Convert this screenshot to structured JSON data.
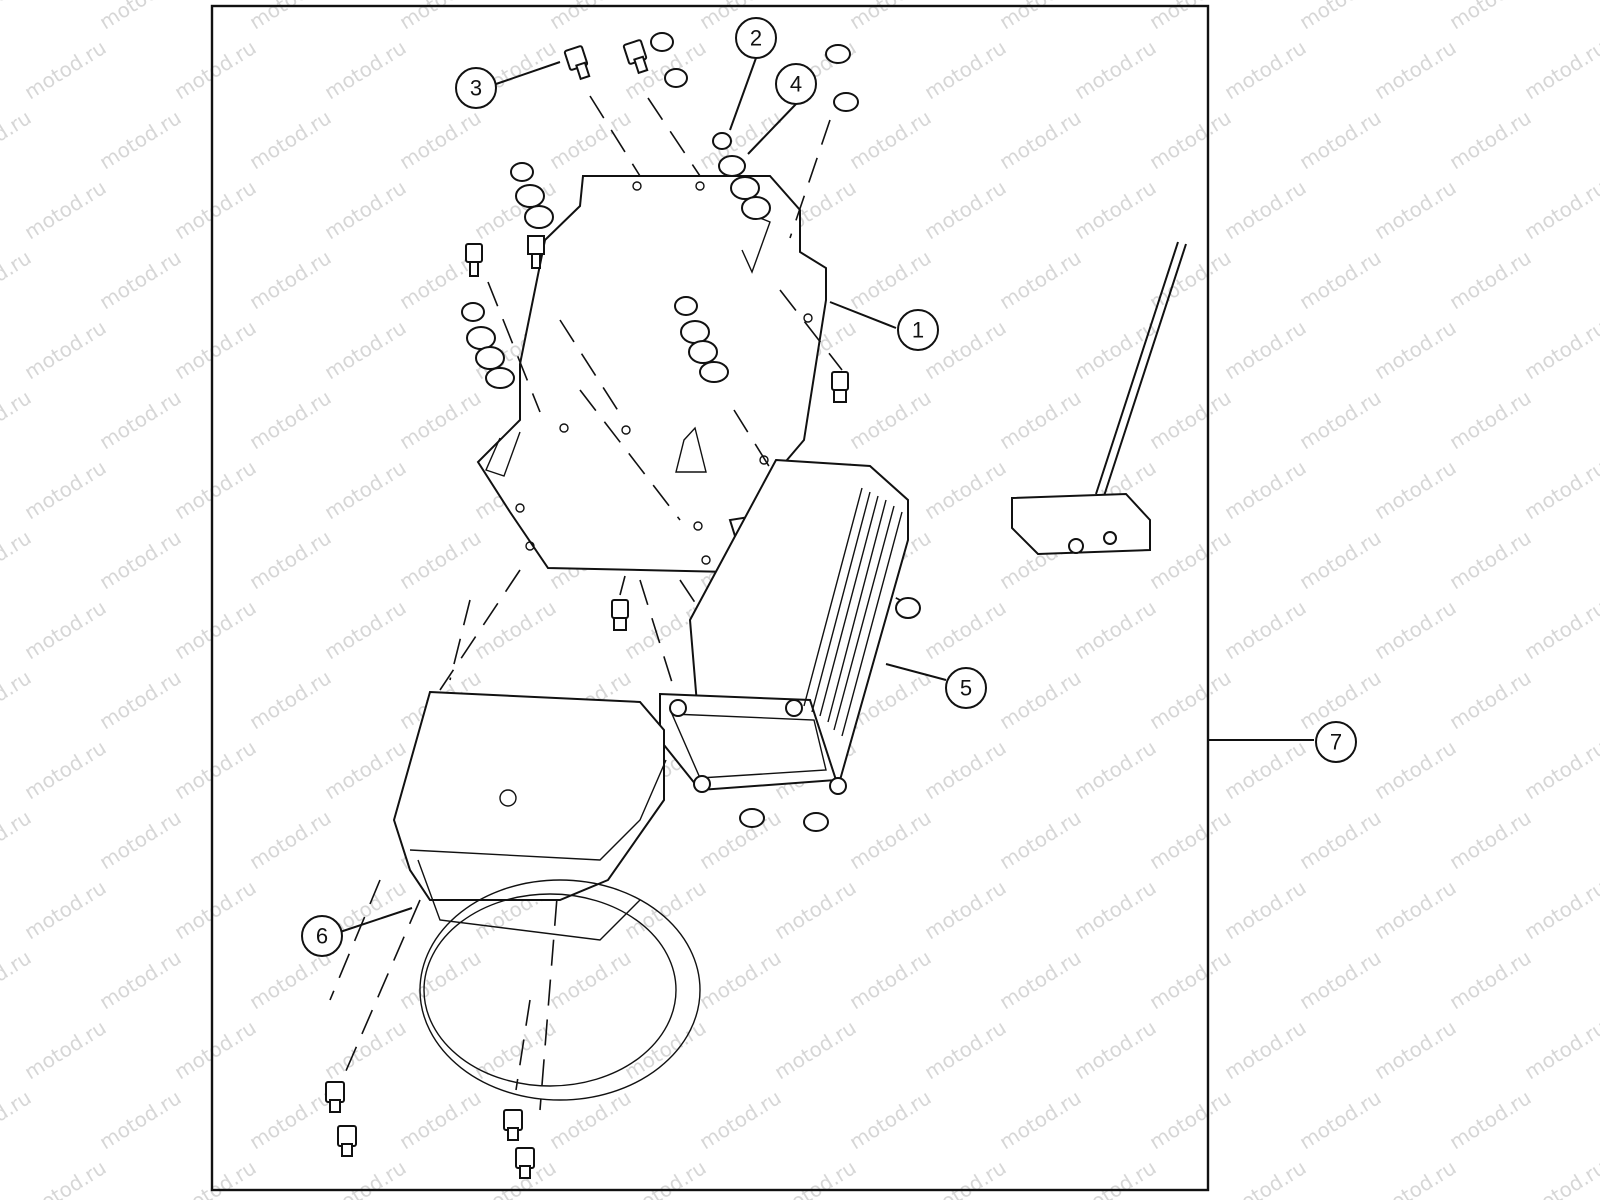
{
  "watermark": {
    "text": "motod.ru"
  },
  "callouts": [
    {
      "id": "1",
      "label": "1"
    },
    {
      "id": "2",
      "label": "2"
    },
    {
      "id": "3",
      "label": "3"
    },
    {
      "id": "4",
      "label": "4"
    },
    {
      "id": "5",
      "label": "5"
    },
    {
      "id": "6",
      "label": "6"
    },
    {
      "id": "7",
      "label": "7"
    }
  ],
  "colors": {
    "line": "#111111",
    "watermark": "#d6d6d6",
    "background": "#ffffff"
  }
}
